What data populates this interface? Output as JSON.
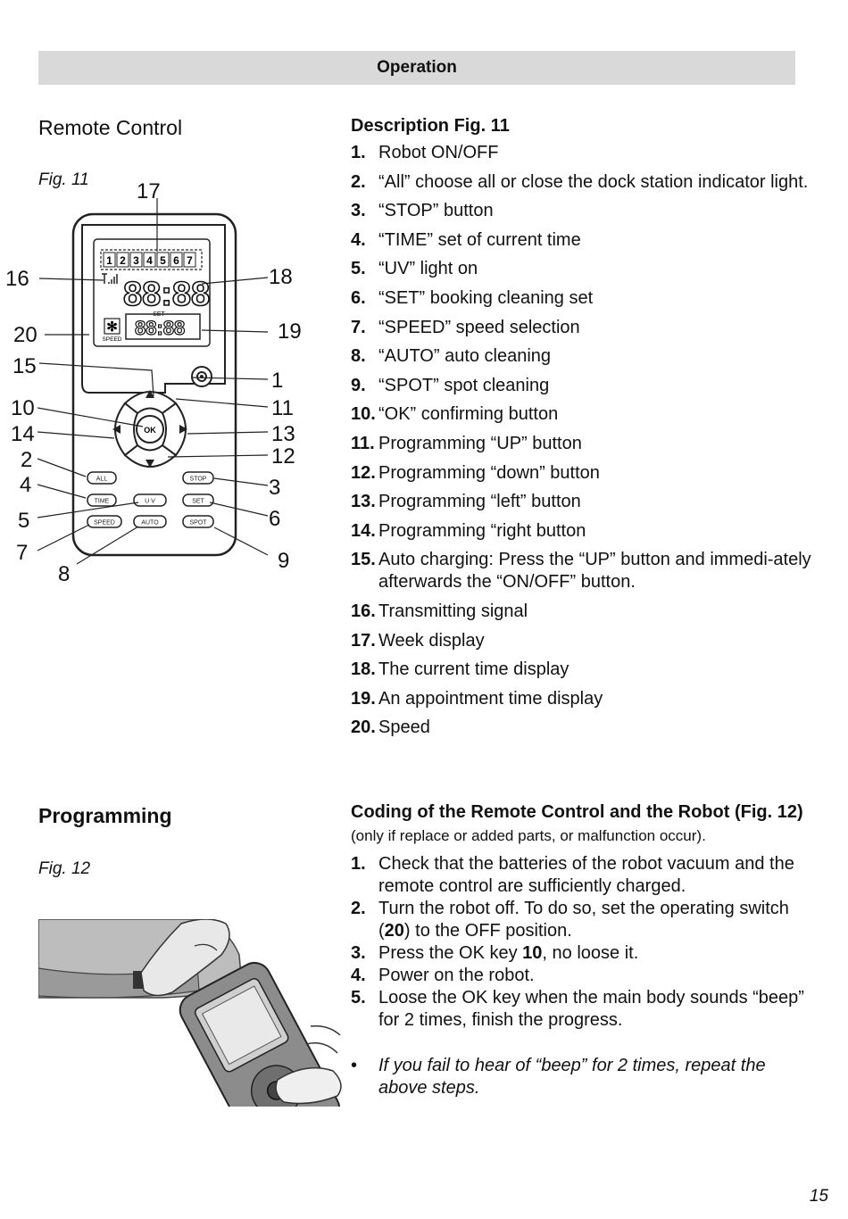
{
  "header": {
    "title": "Operation"
  },
  "left": {
    "remote_title": "Remote Control",
    "fig11_label": "Fig. 11",
    "programming_title": "Programming",
    "fig12_label": "Fig. 12"
  },
  "figure11": {
    "callouts": [
      "17",
      "16",
      "18",
      "20",
      "19",
      "15",
      "1",
      "10",
      "11",
      "14",
      "13",
      "2",
      "12",
      "4",
      "3",
      "5",
      "6",
      "7",
      "9",
      "8"
    ],
    "week_days": [
      "1",
      "2",
      "3",
      "4",
      "5",
      "6",
      "7"
    ],
    "clock_text": "88:88",
    "set_label": "SET",
    "small_clock_text": "88:88",
    "speed_label": "SPEED",
    "center_label": "OK",
    "buttons": [
      "ALL",
      "STOP",
      "TIME",
      "U V",
      "SET",
      "SPEED",
      "AUTO",
      "SPOT"
    ]
  },
  "description": {
    "title": "Description Fig. 11",
    "items": [
      {
        "num": "1.",
        "text": "Robot ON/OFF"
      },
      {
        "num": "2.",
        "text": "“All” choose all or close the dock station indicator light."
      },
      {
        "num": "3.",
        "text": "“STOP” button"
      },
      {
        "num": "4.",
        "text": "“TIME” set of current time"
      },
      {
        "num": "5.",
        "text": "“UV” light on"
      },
      {
        "num": "6.",
        "text": "“SET” booking cleaning set"
      },
      {
        "num": "7.",
        "text": "“SPEED” speed selection"
      },
      {
        "num": "8.",
        "text": "“AUTO” auto cleaning"
      },
      {
        "num": "9.",
        "text": "“SPOT” spot cleaning"
      },
      {
        "num": "10.",
        "text": "“OK” confirming button"
      },
      {
        "num": "11.",
        "text": "Programming “UP” button"
      },
      {
        "num": "12.",
        "text": "Programming “down” button"
      },
      {
        "num": "13.",
        "text": "Programming “left” button"
      },
      {
        "num": "14.",
        "text": "Programming “right button"
      },
      {
        "num": "15.",
        "text": "Auto charging: Press the “UP” button and immedi-ately afterwards the “ON/OFF” button."
      },
      {
        "num": "16.",
        "text": "Transmitting signal"
      },
      {
        "num": "17.",
        "text": "Week display"
      },
      {
        "num": "18.",
        "text": "The current time display"
      },
      {
        "num": "19.",
        "text": "An appointment time display"
      },
      {
        "num": "20.",
        "text": "Speed"
      }
    ]
  },
  "coding": {
    "title": "Coding of the Remote Control and the Robot (Fig. 12)",
    "note": "(only if replace or added parts, or malfunction occur).",
    "steps": [
      {
        "num": "1.",
        "parts": [
          {
            "text": "Check that the batteries of the robot vacuum and the remote control are sufficiently charged.",
            "bold": false
          }
        ]
      },
      {
        "num": "2.",
        "parts": [
          {
            "text": "Turn the robot off. To do so, set the operating switch (",
            "bold": false
          },
          {
            "text": "20",
            "bold": true
          },
          {
            "text": ") to the OFF position.",
            "bold": false
          }
        ]
      },
      {
        "num": "3.",
        "parts": [
          {
            "text": "Press the OK key ",
            "bold": false
          },
          {
            "text": "10",
            "bold": true
          },
          {
            "text": ", no loose it.",
            "bold": false
          }
        ]
      },
      {
        "num": "4.",
        "parts": [
          {
            "text": "Power on the robot.",
            "bold": false
          }
        ]
      },
      {
        "num": "5.",
        "parts": [
          {
            "text": "Loose the OK key when the main body sounds “beep” for 2 times, finish the progress.",
            "bold": false
          }
        ]
      }
    ],
    "bullet": "If you fail to hear of “beep” for 2 times, repeat the above steps."
  },
  "footer": {
    "page_number": "15"
  }
}
